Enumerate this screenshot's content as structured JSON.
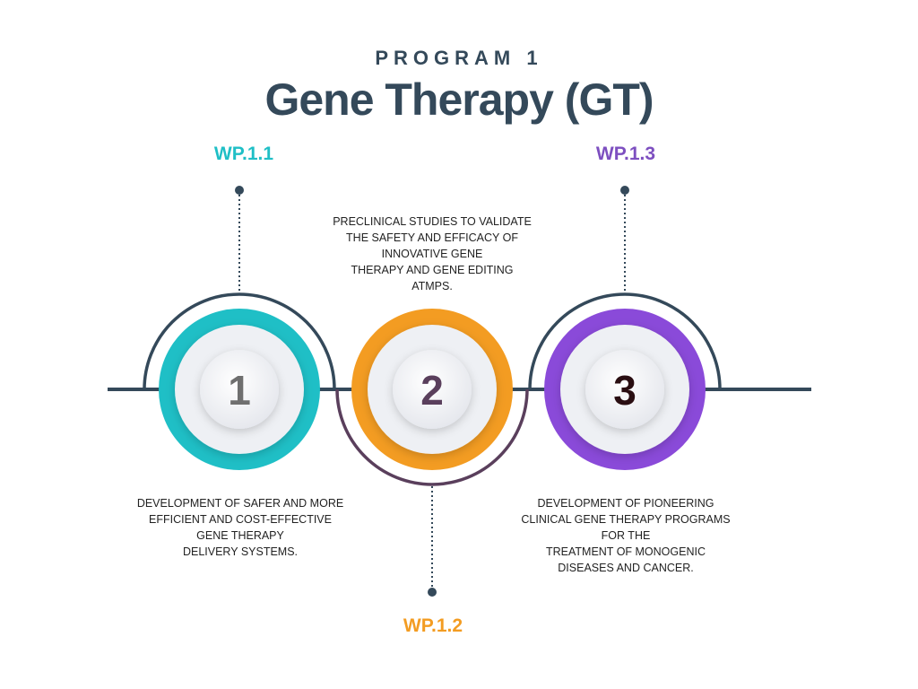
{
  "header": {
    "eyebrow": "PROGRAM 1",
    "title": "Gene Therapy (GT)"
  },
  "colors": {
    "dark": "#34495a",
    "teal": "#1fbfc6",
    "orange": "#f39c22",
    "purple": "#8a4ad9",
    "plum": "#5a3f5c"
  },
  "work_packages": [
    {
      "id": "WP.1.1",
      "number": "1",
      "description": "DEVELOPMENT OF SAFER AND MORE\nEFFICIENT AND COST-EFFECTIVE\nGENE THERAPY\nDELIVERY SYSTEMS."
    },
    {
      "id": "WP.1.2",
      "number": "2",
      "description": "PRECLINICAL STUDIES TO VALIDATE\nTHE SAFETY AND EFFICACY OF\nINNOVATIVE GENE\nTHERAPY AND GENE EDITING\nATMPS."
    },
    {
      "id": "WP.1.3",
      "number": "3",
      "description": "DEVELOPMENT OF PIONEERING\nCLINICAL GENE THERAPY PROGRAMS\nFOR THE\nTREATMENT OF MONOGENIC\nDISEASES AND CANCER."
    }
  ]
}
